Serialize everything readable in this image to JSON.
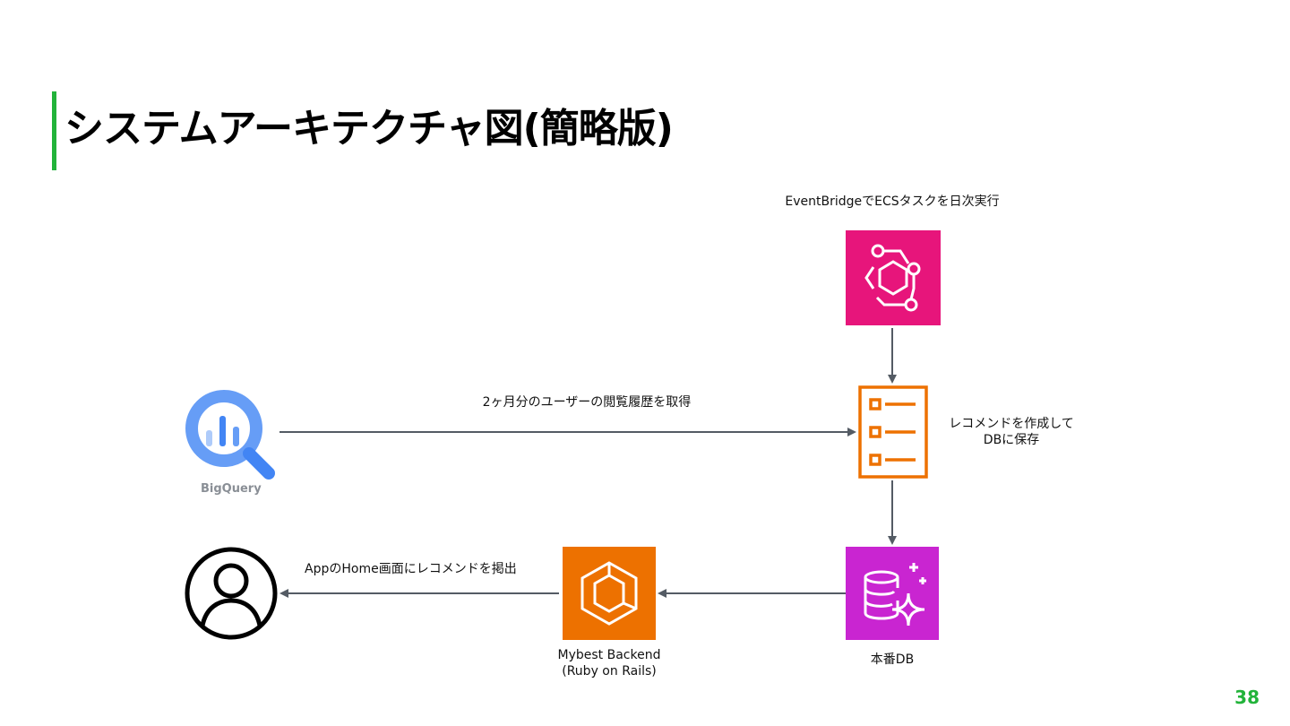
{
  "slide": {
    "title": "システムアーキテクチャ図(簡略版)",
    "page_number": "38",
    "accent_color": "#22b33a"
  },
  "nodes": {
    "eventbridge": {
      "caption": "EventBridgeでECSタスクを日次実行",
      "icon": "eventbridge-icon",
      "color": "#e7157b"
    },
    "recommend_task": {
      "caption": "レコメンドを作成して\nDBに保存",
      "caption_line1": "レコメンドを作成して",
      "caption_line2": "DBに保存",
      "icon": "task-list-icon",
      "color": "#ed7100"
    },
    "bigquery": {
      "caption": "BigQuery",
      "icon": "bigquery-icon",
      "color": "#669df6"
    },
    "prod_db": {
      "caption": "本番DB",
      "icon": "database-icon",
      "color": "#c925d1"
    },
    "backend": {
      "caption_line1": "Mybest Backend",
      "caption_line2": "(Ruby on Rails)",
      "icon": "ecs-icon",
      "color": "#ed7100"
    },
    "user": {
      "icon": "user-icon"
    }
  },
  "edges": {
    "bigquery_to_task": "2ヶ月分のユーザーの閲覧履歴を取得",
    "backend_to_user": "AppのHome画面にレコメンドを掲出"
  }
}
